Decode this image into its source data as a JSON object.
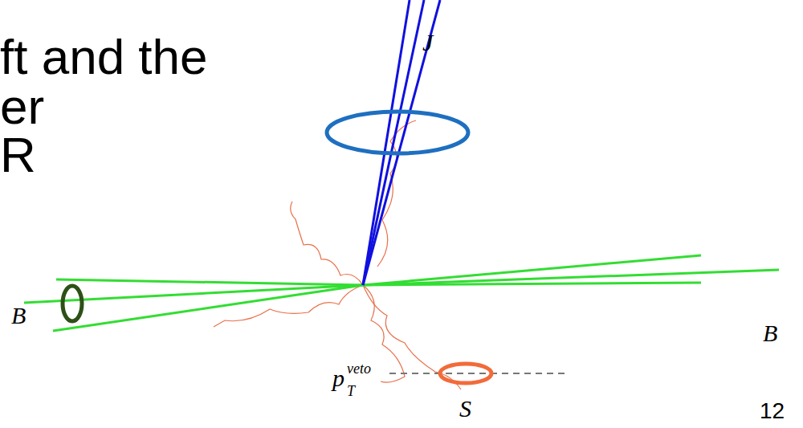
{
  "diagram": {
    "labels": [
      "ft and the",
      "er",
      "R",
      "J",
      "B",
      "B",
      "p",
      "T",
      "veto",
      "S",
      "12"
    ]
  }
}
